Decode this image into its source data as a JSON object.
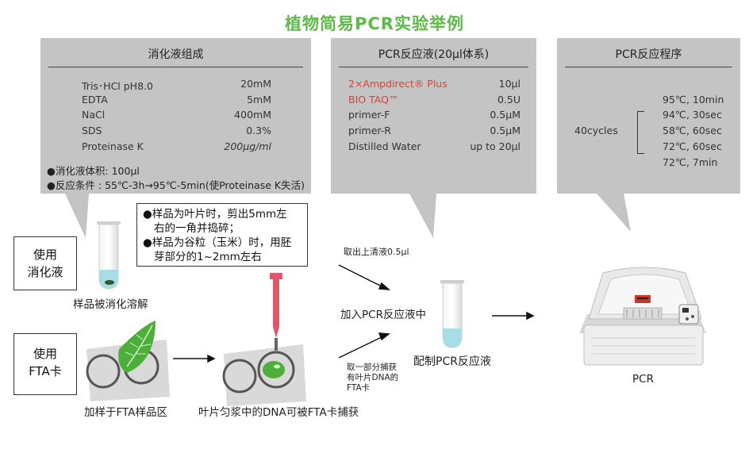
{
  "title": "植物简易PCR实验举例",
  "panel_digest": {
    "title": "消化液组成",
    "rows": [
      {
        "name": "Tris･HCl pH8.0",
        "value": "20mM"
      },
      {
        "name": "EDTA",
        "value": "5mM"
      },
      {
        "name": "NaCl",
        "value": "400mM"
      },
      {
        "name": "SDS",
        "value": "0.3%"
      },
      {
        "name": "Proteinase K",
        "value": "200μg/ml"
      }
    ],
    "note1": "●消化液体积: 100μl",
    "note2": "●反应条件 : 55℃-3h→95℃-5min(使Proteinase K失活)"
  },
  "panel_pcr": {
    "title": "PCR反应液(20μl体系)",
    "rows": [
      {
        "name": "2×Ampdirect® Plus",
        "value": "10μl",
        "highlight": "#e0402a"
      },
      {
        "name": "BIO TAQ™",
        "value": "0.5U",
        "highlight": "#e0402a"
      },
      {
        "name": "primer-F",
        "value": "0.5μM"
      },
      {
        "name": "primer-R",
        "value": "0.5μM"
      },
      {
        "name": "Distilled Water",
        "value": "up to 20μl"
      }
    ]
  },
  "panel_program": {
    "title": "PCR反应程序",
    "cycles_label": "40cycles",
    "steps": [
      "95℃, 10min",
      "94℃, 30sec",
      "58℃, 60sec",
      "72℃, 60sec",
      "72℃, 7min"
    ]
  },
  "sample_note": {
    "line1": "●样品为叶片时，剪出5mm左",
    "line2": "右的一角并捣碎；",
    "line3": "●样品为谷粒（玉米）时，用胚",
    "line4": "芽部分的1~2mm左右"
  },
  "method_digest": {
    "line1": "使用",
    "line2": "消化液"
  },
  "method_fta": {
    "line1": "使用",
    "line2": "FTA卡"
  },
  "captions": {
    "digest_tube": "样品被消化溶解",
    "fta_add": "加样于FTA样品区",
    "fta_capture": "叶片匀浆中的DNA可被FTA卡捕获",
    "take_supernatant": "取出上清液0.5μl",
    "add_to_pcr": "加入PCR反应液中",
    "take_card_1": "取一部分捕获",
    "take_card_2": "有叶片DNA的",
    "take_card_3": "FTA卡",
    "prepare": "配制PCR反应液",
    "pcr": "PCR"
  },
  "colors": {
    "title_green": "#5fb84a",
    "panel_gray": "#c4c4c4",
    "tube_liquid": "#a9dde6",
    "leaf_green": "#4caf3a",
    "pipette_red": "#e0566a",
    "card_gray": "#d9d9d9"
  }
}
